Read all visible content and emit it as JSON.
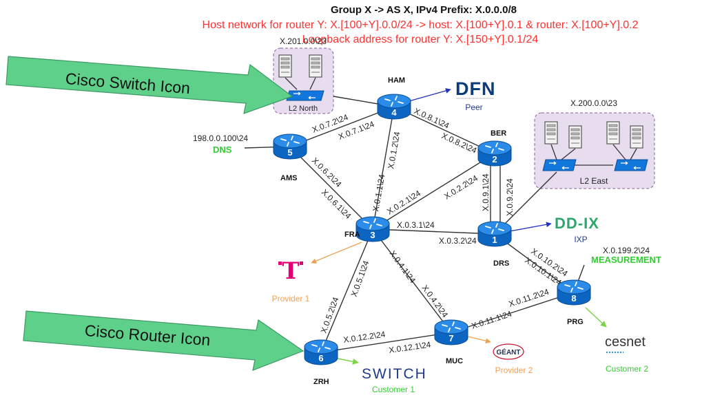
{
  "header": {
    "line1": "Group X -> AS X, IPv4 Prefix: X.0.0.0/8",
    "line2": "Host network for router Y: X.[100+Y].0.0/24 -> host: X.[100+Y].0.1 & router: X.[100+Y].0.2",
    "line3": "Loopback address for router Y: X.[150+Y].0.1/24"
  },
  "callouts": {
    "switch": "Cisco Switch Icon",
    "router": "Cisco Router Icon"
  },
  "colors": {
    "router": "#1177dd",
    "link": "#333333",
    "arrow_green": "#7bd44a",
    "arrow_orange": "#f0a050",
    "arrow_blue": "#2233bb",
    "lan_box": "#e8dcef",
    "callout": "#5fd08a",
    "red_text": "#ff3030",
    "green_text": "#33cc33"
  },
  "routers": [
    {
      "id": "r4",
      "num": "4",
      "name": "HAM"
    },
    {
      "id": "r5",
      "num": "5",
      "name": "AMS"
    },
    {
      "id": "r2",
      "num": "2",
      "name": "BER"
    },
    {
      "id": "r3",
      "num": "3",
      "name": "FRA"
    },
    {
      "id": "r1",
      "num": "1",
      "name": "DRS"
    },
    {
      "id": "r8",
      "num": "8",
      "name": "PRG"
    },
    {
      "id": "r7",
      "num": "7",
      "name": "MUC"
    },
    {
      "id": "r6",
      "num": "6",
      "name": "ZRH"
    }
  ],
  "lans": [
    {
      "id": "north",
      "label": "L2 North",
      "subnet": "X.201.0.0\\23"
    },
    {
      "id": "east",
      "label": "L2 East",
      "subnet": "X.200.0.0\\23"
    }
  ],
  "interface_labels": [
    "X.0.7.2\\24",
    "X.0.7.1\\24",
    "X.0.8.1\\24",
    "X.0.8.2\\24",
    "X.0.1.2\\24",
    "X.0.1.1\\24",
    "X.0.6.2\\24",
    "X.0.6.1\\24",
    "X.0.2.1\\24",
    "X.0.2.2\\24",
    "X.0.9.1\\24",
    "X.0.9.2\\24",
    "X.0.3.1\\24",
    "X.0.3.2\\24",
    "X.0.10.2\\24",
    "X.0.10.1\\24",
    "X.0.5.1\\24",
    "X.0.5.2\\24",
    "X.0.4.1\\24",
    "X.0.4.2\\24",
    "X.0.11.2\\24",
    "X.0.11.1\\24",
    "X.0.12.2\\24",
    "X.0.12.1\\24"
  ],
  "externals": {
    "dfn": {
      "logo": "DFN",
      "tag": "Peer"
    },
    "ddix": {
      "logo": "DD-IX",
      "tag": "IXP"
    },
    "telekom": {
      "logo": "T",
      "tag": "Provider 1"
    },
    "geant": {
      "logo": "GÉANT",
      "tag": "Provider 2"
    },
    "switch": {
      "logo": "SWITCH",
      "tag": "Customer 1"
    },
    "cesnet": {
      "logo": "cesnet",
      "tag": "Customer 2"
    }
  },
  "hosts": {
    "dns": {
      "ip": "198.0.0.100\\24",
      "label": "DNS"
    },
    "measurement": {
      "ip": "X.0.199.2\\24",
      "label": "MEASUREMENT"
    }
  }
}
